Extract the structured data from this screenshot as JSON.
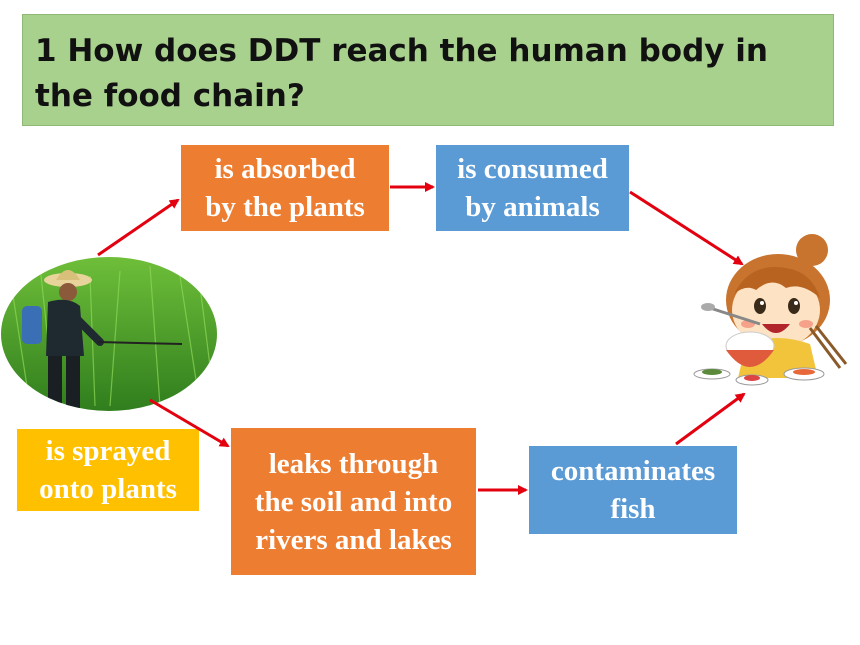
{
  "title": "1 How does DDT reach the human body in the food chain?",
  "nodes": {
    "absorbed": "is absorbed\nby the plants",
    "consumed": "is consumed\nby animals",
    "sprayed": "is sprayed\nonto plants",
    "leaks": "leaks through\nthe soil and into\nrivers and lakes",
    "fish": "contaminates\nfish"
  },
  "colors": {
    "title_bg": "#a9d18e",
    "orange": "#ed7d31",
    "blue": "#5b9bd5",
    "yellow": "#ffc000",
    "arrow": "#e3000f"
  },
  "images": {
    "farmer": "farmer-spraying-field-photo",
    "eater": "cartoon-girl-eating-icon"
  }
}
